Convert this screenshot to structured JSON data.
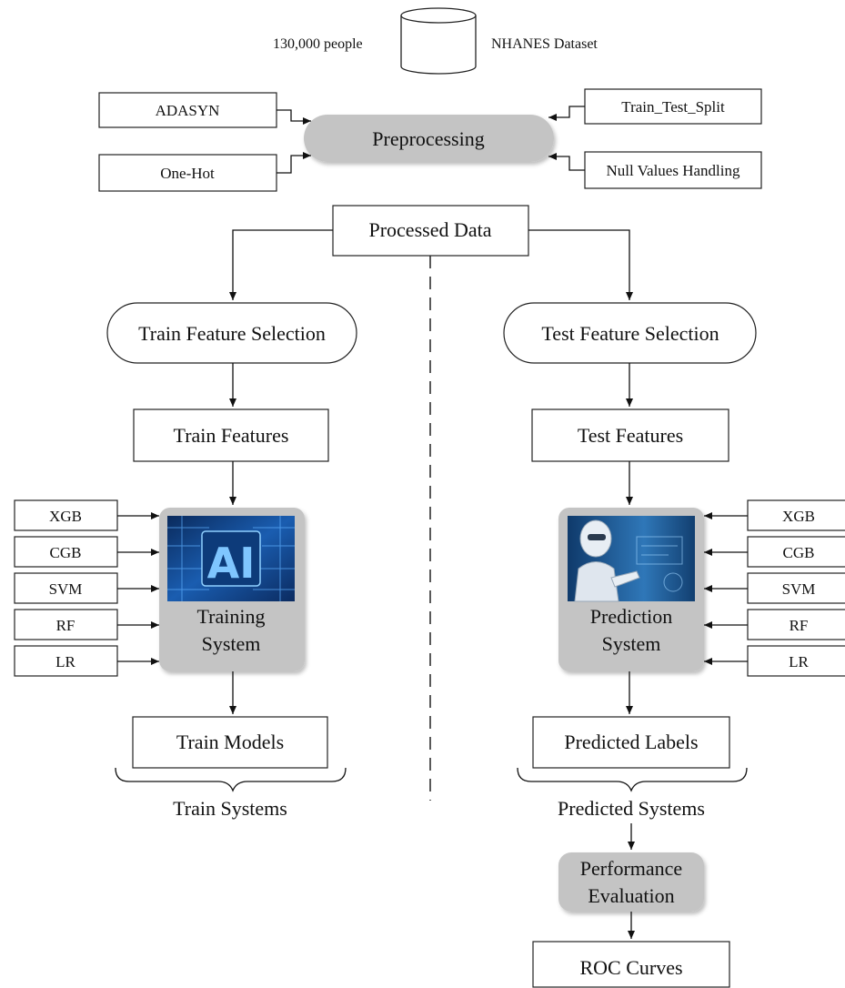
{
  "dataset": {
    "count_label": "130,000 people",
    "name": "NHANES Dataset"
  },
  "preprocessing": {
    "title": "Preprocessing",
    "left_inputs": [
      "ADASYN",
      "One-Hot"
    ],
    "right_inputs": [
      "Train_Test_Split",
      "Null Values Handling"
    ]
  },
  "processed": "Processed Data",
  "train": {
    "feature_selection": "Train Feature Selection",
    "features": "Train Features",
    "system_line1": "Training",
    "system_line2": "System",
    "models": "Train Models",
    "brace_label": "Train Systems",
    "algorithms": [
      "XGB",
      "CGB",
      "SVM",
      "RF",
      "LR"
    ],
    "image_alt": "AI"
  },
  "test": {
    "feature_selection": "Test Feature Selection",
    "features": "Test Features",
    "system_line1": "Prediction",
    "system_line2": "System",
    "labels": "Predicted Labels",
    "brace_label": "Predicted Systems",
    "algorithms": [
      "XGB",
      "CGB",
      "SVM",
      "RF",
      "LR"
    ]
  },
  "evaluation": {
    "line1": "Performance",
    "line2": "Evaluation",
    "output": "ROC Curves"
  },
  "colors": {
    "gray_node": "#c4c4c4",
    "ai_blue": "#2a6fd6",
    "robot_bg": "#1c4f86"
  }
}
